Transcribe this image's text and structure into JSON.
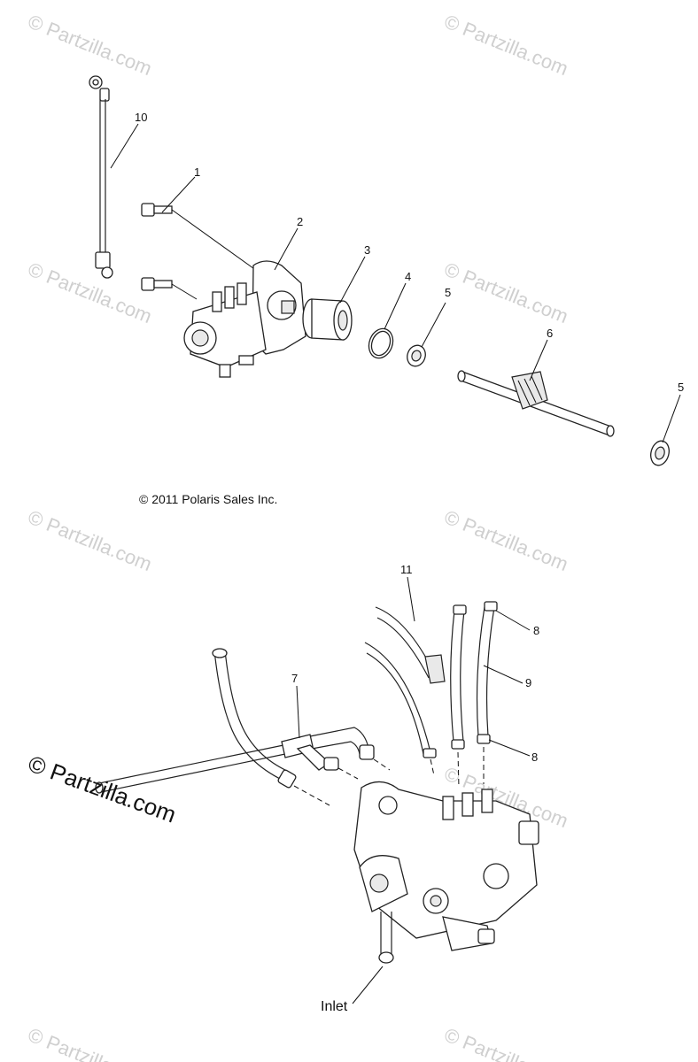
{
  "copyright": "© 2011 Polaris Sales Inc.",
  "inlet_label": "Inlet",
  "watermark_large": "© Partzilla.com",
  "watermark_small": "© Partzilla.com",
  "callouts": {
    "c1": "1",
    "c2": "2",
    "c3": "3",
    "c4": "4",
    "c5a": "5",
    "c5b": "5",
    "c6": "6",
    "c7": "7",
    "c8a": "8",
    "c8b": "8",
    "c9": "9",
    "c10": "10",
    "c11": "11"
  }
}
